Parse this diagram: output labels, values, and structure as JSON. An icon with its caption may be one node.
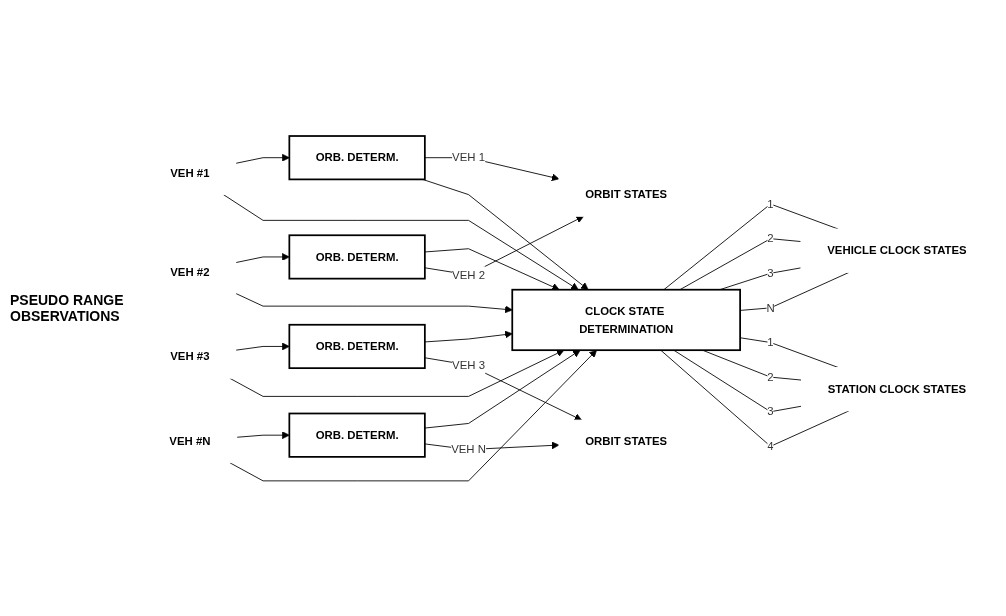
{
  "diagram": {
    "nodes": [
      {
        "text": [
          "VEH #1"
        ]
      },
      {
        "text": [
          "ORB. DETERM."
        ]
      },
      {
        "text": [
          "VEH #2"
        ]
      },
      {
        "text": [
          "ORB. DETERM."
        ]
      },
      {
        "text": [
          "VEH #3"
        ]
      },
      {
        "text": [
          "ORB. DETERM."
        ]
      },
      {
        "text": [
          "VEH #N"
        ]
      },
      {
        "text": [
          "ORB. DETERM."
        ]
      },
      {
        "text": [
          "CLOCK STATE DETERMINATION"
        ]
      },
      {
        "text": [
          "ORBIT STATES"
        ]
      },
      {
        "text": [
          "VEHICLE CLOCK STATES"
        ]
      },
      {
        "text": [
          "STATION CLOCK STATES"
        ]
      },
      {
        "text": [
          "ORBIT STATES"
        ]
      }
    ],
    "edges": [
      {
        "from": 0,
        "to": 1,
        "arrow": "to"
      },
      {
        "from": 0,
        "to": 8,
        "arrow": "to"
      },
      {
        "from": 1,
        "to": 9,
        "arrow": "to",
        "label": "VEH 1"
      },
      {
        "from": 1,
        "to": 8,
        "arrow": "to"
      },
      {
        "from": 2,
        "to": 3,
        "arrow": "to"
      },
      {
        "from": 2,
        "to": 8,
        "arrow": "to"
      },
      {
        "from": 3,
        "to": 8,
        "arrow": "to"
      },
      {
        "from": 3,
        "to": 9,
        "arrow": "to",
        "label": "VEH 2"
      },
      {
        "from": 4,
        "to": 5,
        "arrow": "to"
      },
      {
        "from": 4,
        "to": 8,
        "arrow": "to"
      },
      {
        "from": 5,
        "to": 8,
        "arrow": "to"
      },
      {
        "from": 5,
        "to": 12,
        "arrow": "to",
        "label": "VEH 3"
      },
      {
        "from": 6,
        "to": 7,
        "arrow": "to"
      },
      {
        "from": 6,
        "to": 8,
        "arrow": "to"
      },
      {
        "from": 7,
        "to": 8,
        "arrow": "to"
      },
      {
        "from": 7,
        "to": 12,
        "arrow": "to",
        "label": "VEH N"
      },
      {
        "from": 8,
        "to": 10,
        "arrow": "none",
        "label": "1"
      },
      {
        "from": 8,
        "to": 10,
        "arrow": "none",
        "label": "2"
      },
      {
        "from": 8,
        "to": 10,
        "arrow": "none",
        "label": "3"
      },
      {
        "from": 8,
        "to": 10,
        "arrow": "none",
        "label": "N"
      },
      {
        "from": 8,
        "to": 11,
        "arrow": "none",
        "label": "1"
      },
      {
        "from": 8,
        "to": 11,
        "arrow": "none",
        "label": "2"
      },
      {
        "from": 8,
        "to": 11,
        "arrow": "none",
        "label": "3"
      },
      {
        "from": 8,
        "to": 11,
        "arrow": "none",
        "label": "4"
      }
    ],
    "labels": [
      "PSEUDO RANGE OBSERVATIONS"
    ]
  }
}
